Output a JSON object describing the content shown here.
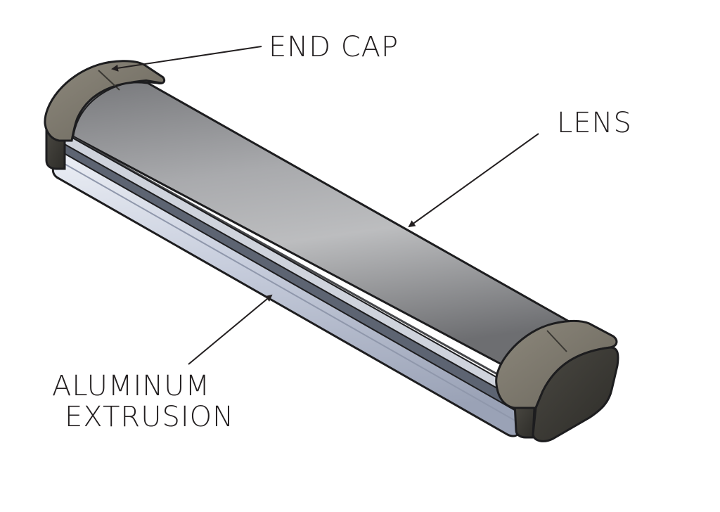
{
  "callouts": {
    "end_cap": "END CAP",
    "lens": "LENS",
    "extrusion_line1": "ALUMINUM",
    "extrusion_line2": "EXTRUSION"
  },
  "colors": {
    "background": "#ffffff",
    "end_cap": "#7d786c",
    "end_cap_dark": "#3c3a35",
    "lens": "#a7a8aa",
    "extrusion": "#c9cfdd",
    "leader_line": "#231f20"
  }
}
